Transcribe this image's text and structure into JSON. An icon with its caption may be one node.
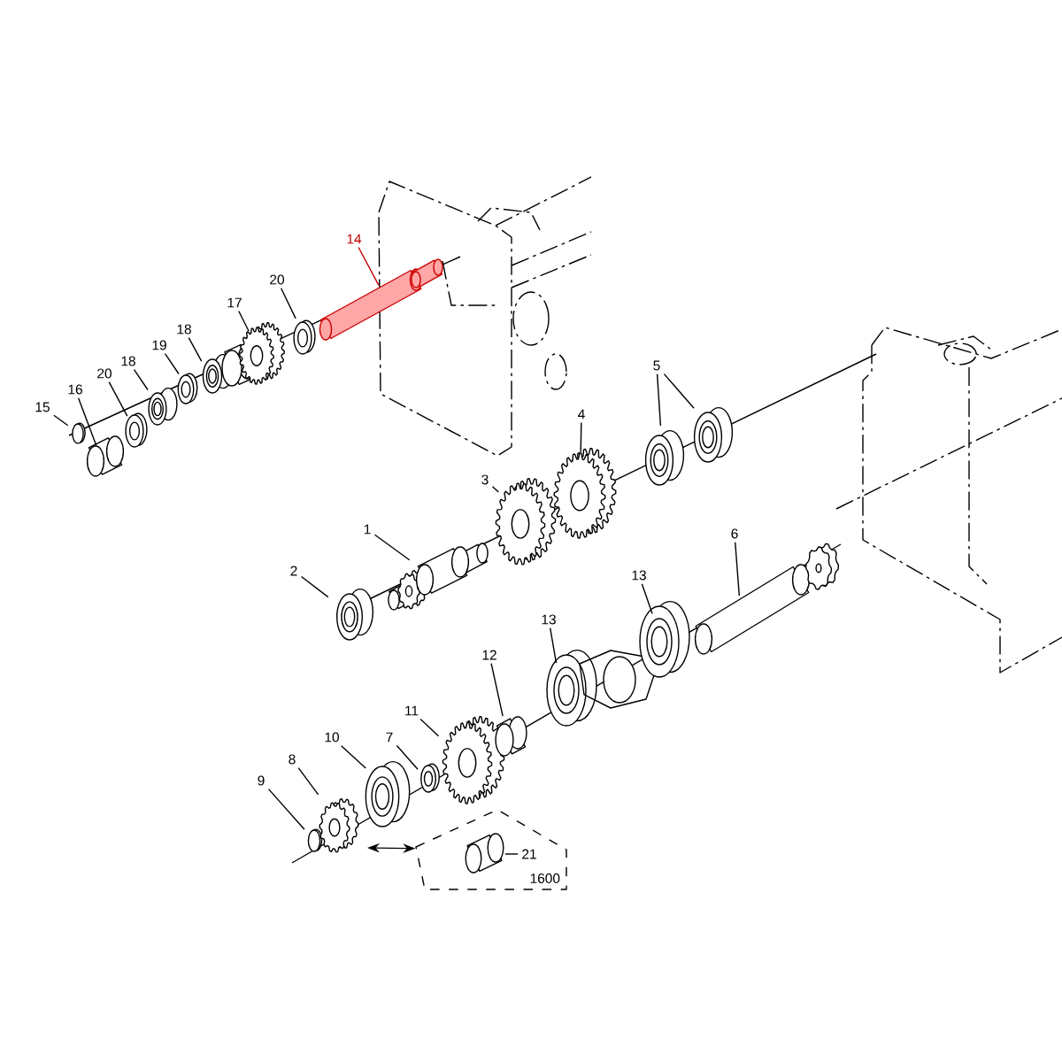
{
  "diagram": {
    "nodes": [
      {
        "text": [
          "14"
        ]
      },
      {
        "text": [
          "20"
        ]
      },
      {
        "text": [
          "17"
        ]
      },
      {
        "text": [
          "18"
        ]
      },
      {
        "text": [
          "19"
        ]
      },
      {
        "text": [
          "18"
        ]
      },
      {
        "text": [
          "20"
        ]
      },
      {
        "text": [
          "16"
        ]
      },
      {
        "text": [
          "15"
        ]
      },
      {
        "text": [
          "5"
        ]
      },
      {
        "text": [
          "4"
        ]
      },
      {
        "text": [
          "3"
        ]
      },
      {
        "text": [
          "1"
        ]
      },
      {
        "text": [
          "6"
        ]
      },
      {
        "text": [
          "2"
        ]
      },
      {
        "text": [
          "13"
        ]
      },
      {
        "text": [
          "13"
        ]
      },
      {
        "text": [
          "12"
        ]
      },
      {
        "text": [
          "11"
        ]
      },
      {
        "text": [
          "7"
        ]
      },
      {
        "text": [
          "10"
        ]
      },
      {
        "text": [
          "8"
        ]
      },
      {
        "text": [
          "9"
        ]
      },
      {
        "text": [
          "1600"
        ]
      },
      {
        "text": [
          "21"
        ],
        "in": 23
      }
    ],
    "edges": [
      {
        "from": 0,
        "to": null,
        "arrow": "none",
        "color": "#c00000"
      },
      {
        "from": 1,
        "to": null,
        "arrow": "none"
      },
      {
        "from": 2,
        "to": null,
        "arrow": "none"
      },
      {
        "from": 3,
        "to": null,
        "arrow": "none"
      },
      {
        "from": 4,
        "to": null,
        "arrow": "none"
      },
      {
        "from": 5,
        "to": null,
        "arrow": "none"
      },
      {
        "from": 6,
        "to": null,
        "arrow": "none"
      },
      {
        "from": 7,
        "to": null,
        "arrow": "none"
      },
      {
        "from": 8,
        "to": null,
        "arrow": "none"
      },
      {
        "from": 9,
        "to": null,
        "arrow": "none"
      },
      {
        "from": 9,
        "to": null,
        "arrow": "none"
      },
      {
        "from": 10,
        "to": null,
        "arrow": "none"
      },
      {
        "from": 11,
        "to": null,
        "arrow": "none"
      },
      {
        "from": 12,
        "to": null,
        "arrow": "none"
      },
      {
        "from": 13,
        "to": null,
        "arrow": "none"
      },
      {
        "from": 14,
        "to": null,
        "arrow": "none"
      },
      {
        "from": 15,
        "to": null,
        "arrow": "none"
      },
      {
        "from": 16,
        "to": null,
        "arrow": "none"
      },
      {
        "from": 17,
        "to": null,
        "arrow": "none"
      },
      {
        "from": 18,
        "to": null,
        "arrow": "none"
      },
      {
        "from": 19,
        "to": null,
        "arrow": "none"
      },
      {
        "from": 20,
        "to": null,
        "arrow": "none"
      },
      {
        "from": 21,
        "to": null,
        "arrow": "none"
      },
      {
        "from": 22,
        "to": null,
        "arrow": "none"
      },
      {
        "from": 24,
        "to": null,
        "arrow": "none"
      },
      {
        "from": null,
        "to": 23,
        "arrow": "both"
      }
    ]
  }
}
